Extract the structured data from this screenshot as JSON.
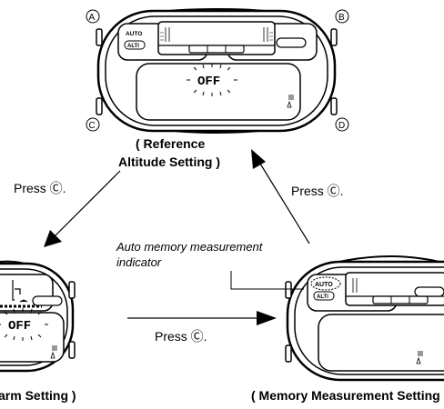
{
  "watch_buttons": {
    "a": "A",
    "b": "B",
    "c": "C",
    "d": "D"
  },
  "display": {
    "auto": "AUTO",
    "alti": "ALTI",
    "off": "OFF"
  },
  "captions": {
    "reference_line1": "( Reference",
    "reference_line2": "Altitude Setting )",
    "alarm": "arm Setting )",
    "memory": "( Memory Measurement Setting"
  },
  "press_labels": {
    "top_left": "Press Ⓒ.",
    "top_right": "Press Ⓒ.",
    "bottom": "Press Ⓒ."
  },
  "annotation": {
    "line1": "Auto memory measurement",
    "line2": "indicator"
  }
}
